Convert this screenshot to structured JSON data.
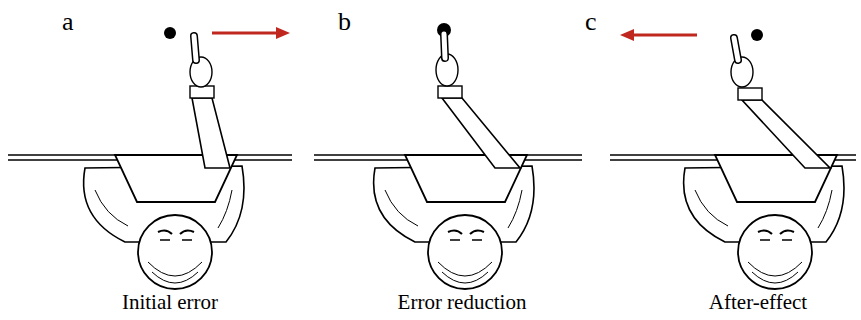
{
  "diagram": {
    "labels": [
      "a",
      "b",
      "c",
      "Initial error",
      "Error reduction",
      "After-effect"
    ]
  }
}
